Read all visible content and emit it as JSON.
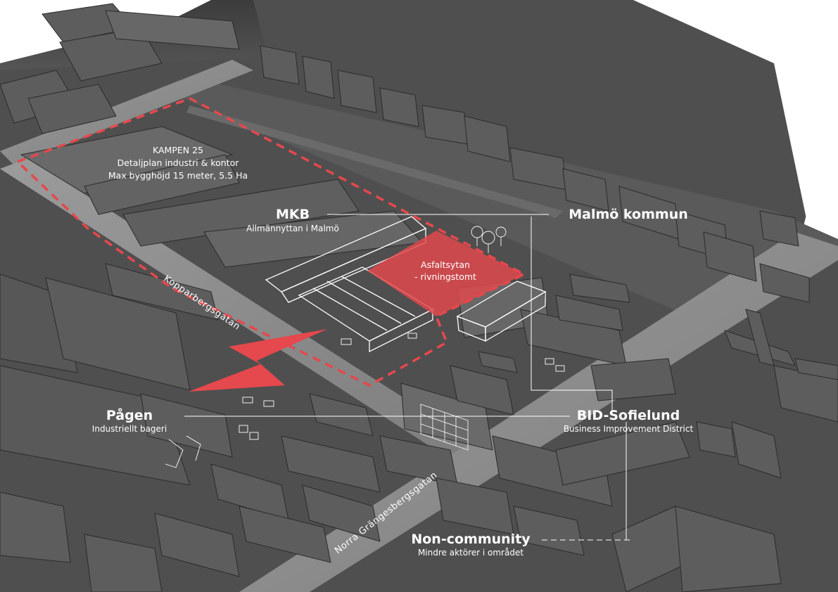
{
  "labels": {
    "kampen": {
      "title": "KAMPEN 25",
      "line1": "Detaljplan industri & kontor",
      "line2": "Max bygghöjd 15 meter, 5.5 Ha"
    },
    "mkb": {
      "title": "MKB",
      "subtitle": "Allmännyttan i Malmö"
    },
    "malmo": {
      "title": "Malmö kommun"
    },
    "asfalt": {
      "line1": "Asfaltsytan",
      "line2": "- rivningstomt"
    },
    "pagen": {
      "title": "Pågen",
      "subtitle": "Industriellt bageri"
    },
    "bid": {
      "title": "BID-Sofielund",
      "subtitle": "Business Improvement District"
    },
    "noncommunity": {
      "title": "Non-community",
      "subtitle": "Mindre aktörer i området"
    }
  },
  "streets": {
    "kopparbergsgatan": "Kopparbergsgatan",
    "norra": "Norra Grängesbergsgatan"
  },
  "colors": {
    "accent_red": "#e5484d",
    "base_gray": "#4e4e4e",
    "street_gray": "#8d8d8d",
    "label_white": "#ffffff"
  }
}
